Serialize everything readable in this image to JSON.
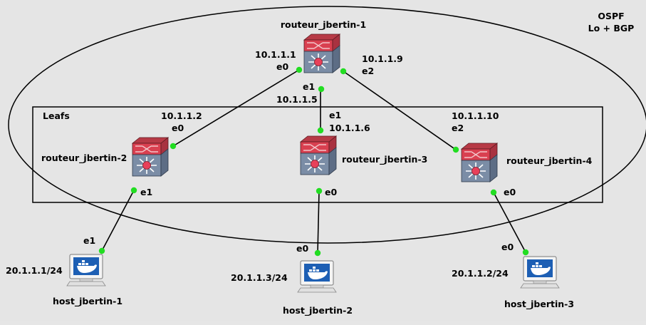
{
  "area": {
    "label_line1": "OSPF",
    "label_line2": "Lo + BGP"
  },
  "leafs_group": {
    "label": "Leafs"
  },
  "routers": {
    "r1": {
      "name": "routeur_jbertin-1"
    },
    "r2": {
      "name": "routeur_jbertin-2"
    },
    "r3": {
      "name": "routeur_jbertin-3"
    },
    "r4": {
      "name": "routeur_jbertin-4"
    }
  },
  "hosts": {
    "h1": {
      "name": "host_jbertin-1",
      "ip": "20.1.1.1/24"
    },
    "h2": {
      "name": "host_jbertin-2",
      "ip": "20.1.1.3/24"
    },
    "h3": {
      "name": "host_jbertin-3",
      "ip": "20.1.1.2/24"
    }
  },
  "interfaces": {
    "r1_e0": {
      "name": "e0",
      "ip": "10.1.1.1"
    },
    "r1_e1": {
      "name": "e1",
      "ip": "10.1.1.5"
    },
    "r1_e2": {
      "name": "e2",
      "ip": "10.1.1.9"
    },
    "r2_e0": {
      "name": "e0",
      "ip": "10.1.1.2"
    },
    "r2_e1": {
      "name": "e1"
    },
    "r3_e1": {
      "name": "e1",
      "ip": "10.1.1.6"
    },
    "r3_e0": {
      "name": "e0"
    },
    "r4_e2": {
      "name": "e2",
      "ip": "10.1.1.10"
    },
    "r4_e0": {
      "name": "e0"
    },
    "h1_e1": {
      "name": "e1"
    },
    "h2_e0": {
      "name": "e0"
    },
    "h3_e0": {
      "name": "e0"
    }
  },
  "colors": {
    "background": "#e5e5e5",
    "link": "#000000",
    "port_up": "#22dd22",
    "router_top": "#d94050",
    "router_body": "#7b8da6",
    "router_center": "#e8405a"
  }
}
